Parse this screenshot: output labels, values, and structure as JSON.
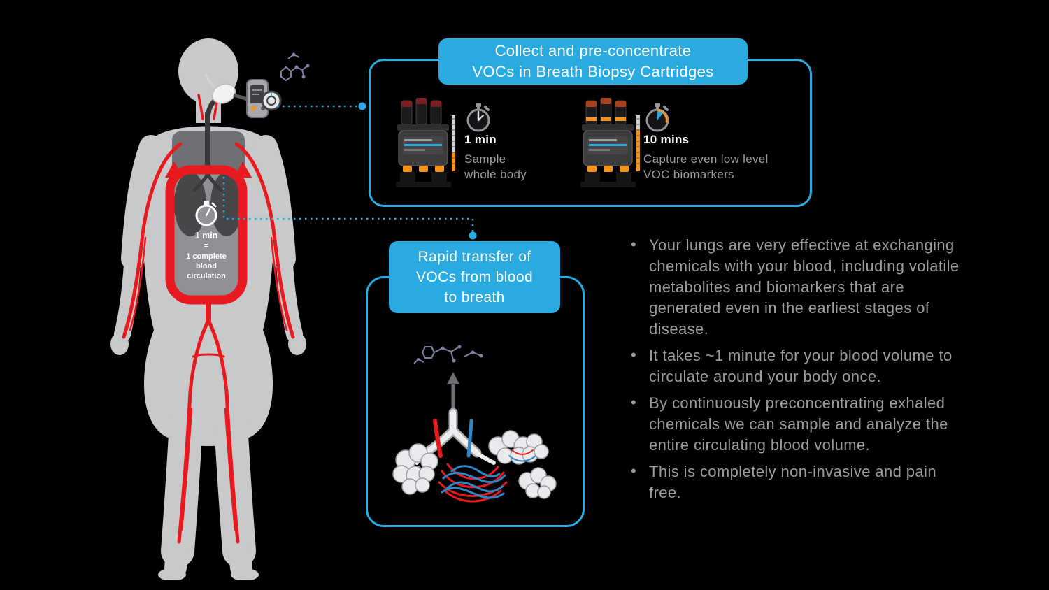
{
  "colors": {
    "background": "#000000",
    "accent_blue": "#29abe2",
    "red": "#e8191f",
    "orange": "#f7941d",
    "body_gray": "#c8c9cb",
    "text_gray": "#9b9da0",
    "white": "#ffffff"
  },
  "body_figure": {
    "timer": {
      "line1": "1 min",
      "line2": "=",
      "line3": "1 complete",
      "line4": "blood",
      "line5": "circulation"
    }
  },
  "top_panel": {
    "title_line1": "Collect and pre-concentrate",
    "title_line2": "VOCs in Breath Biopsy Cartridges",
    "items": [
      {
        "duration": "1 min",
        "desc_line1": "Sample",
        "desc_line2": "whole body"
      },
      {
        "duration": "10 mins",
        "desc_line1": "Capture even low level",
        "desc_line2": "VOC biomarkers"
      }
    ]
  },
  "transfer_panel": {
    "title_line1": "Rapid transfer of",
    "title_line2": "VOCs from blood",
    "title_line3": "to breath"
  },
  "bullets": [
    "Your lungs are very effective at exchanging chemicals with your blood, including volatile metabolites and biomarkers that are generated even in the earliest stages of disease.",
    "It takes ~1 minute for your blood volume to circulate around your body once.",
    "By continuously preconcentrating exhaled chemicals we can sample and analyze the entire circulating blood volume.",
    "This is completely non-invasive and pain free."
  ]
}
